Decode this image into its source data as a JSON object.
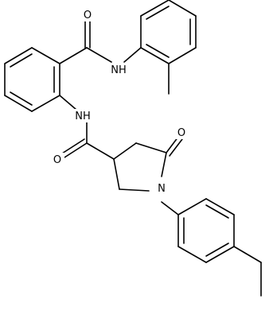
{
  "molecule": {
    "bond_color": "#000000",
    "background": "#ffffff",
    "atom_labels": {
      "o_top": "O",
      "nh_top": "NH",
      "nh_mid": "NH",
      "o_amide": "O",
      "o_ketone": "O",
      "n_ring": "N"
    }
  }
}
